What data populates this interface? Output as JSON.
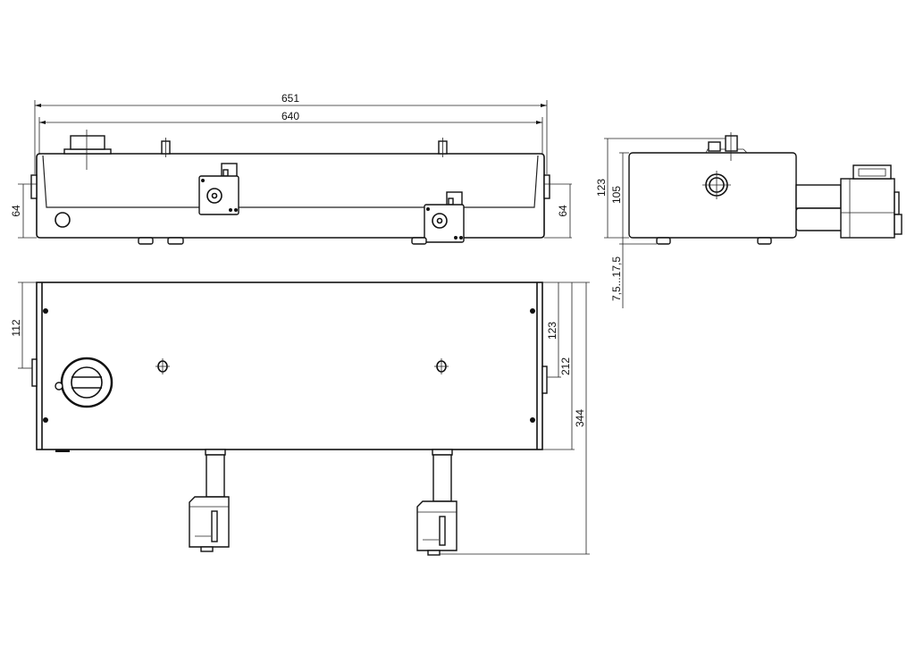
{
  "dimensions": {
    "front_overall_width": "651",
    "front_body_width": "640",
    "front_height_left": "64",
    "front_height_right": "64",
    "side_overall_height": "123",
    "side_body_height": "105",
    "side_foot_adjust": "7,5...17,5",
    "top_offset_left": "112",
    "top_offset_right": "123",
    "top_depth_body": "212",
    "top_depth_overall": "344"
  }
}
